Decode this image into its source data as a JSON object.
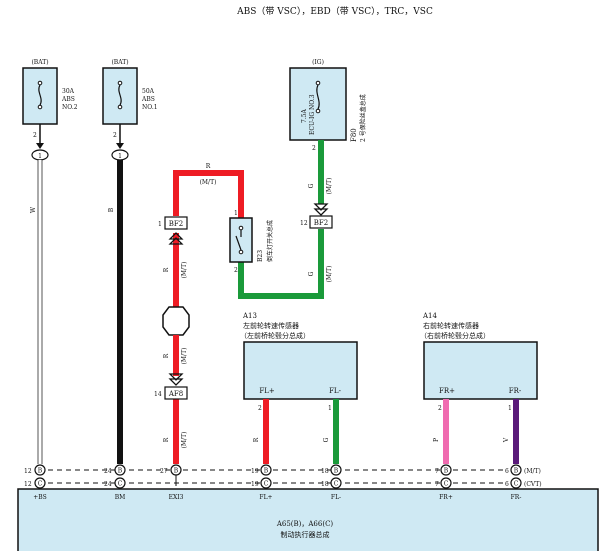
{
  "header": {
    "title": "ABS（带 VSC），EBD（带 VSC），TRC，VSC"
  },
  "colors": {
    "box_fill": "#cfe9f3",
    "red": "#ee1c24",
    "green": "#1a9a3a",
    "black": "#111111",
    "pink": "#f06bb0",
    "violet": "#5a1a7a",
    "white_wire": "#ffffff",
    "outline": "#111111"
  },
  "fuses": {
    "bat1": {
      "source": "(BAT)",
      "rating": "30A",
      "name": "ABS",
      "name2": "NO.2",
      "pin": "2",
      "conn": "1"
    },
    "bat2": {
      "source": "(BAT)",
      "rating": "50A",
      "name": "ABS",
      "name2": "NO.1",
      "pin": "2",
      "conn": "1"
    },
    "ig": {
      "source": "(IG)",
      "rating": "7.5A",
      "name": "ECU-IG NO.3",
      "pin": "2",
      "panel_code": "F80",
      "panel_name": "2 号保险丝盒总成"
    }
  },
  "wires": {
    "w_bs": "W",
    "b_bm": "B",
    "r_top": "R",
    "r_top_mt": "(M/T)",
    "g_top": "G",
    "g_top_mt": "(M/T)",
    "r_mid": "R",
    "r_mid_mt": "(M/T)",
    "r_mid2": "R",
    "r_mid2_mt": "(M/T)",
    "r_bot": "R",
    "r_bot_mt": "(M/T)",
    "g_bot": "G",
    "g_bot_mt": "(M/T)",
    "fl_plus": "R",
    "fl_minus": "G",
    "fr_plus": "P",
    "fr_minus": "V"
  },
  "connectors": {
    "bf2_left": {
      "pin": "1",
      "name": "BF2"
    },
    "bf2_right": {
      "pin": "12",
      "name": "BF2"
    },
    "af8": {
      "pin": "14",
      "name": "AF8"
    }
  },
  "switch": {
    "code": "B23",
    "name": "倒车灯开关总成",
    "pin_top": "1",
    "pin_bottom": "2"
  },
  "sensors": {
    "left": {
      "code": "A13",
      "name": "左前轮转速传感器",
      "sub": "（左前桥轮毂分总成）",
      "pin_plus": "FL+",
      "pin_minus": "FL-",
      "num_plus": "2",
      "num_minus": "1"
    },
    "right": {
      "code": "A14",
      "name": "右前轮转速传感器",
      "sub": "（右前桥轮毂分总成）",
      "pin_plus": "FR+",
      "pin_minus": "FR-",
      "num_plus": "2",
      "num_minus": "1"
    }
  },
  "actuator": {
    "code": "A65(B)，A66(C)",
    "name": "制动执行器总成",
    "terminals": [
      {
        "pin_b": "12",
        "pin_c": "12",
        "label": "+BS"
      },
      {
        "pin_b": "24",
        "pin_c": "24",
        "label": "BM"
      },
      {
        "pin_b": "27",
        "pin_c": "",
        "label": "EXI3"
      },
      {
        "pin_b": "19",
        "pin_c": "19",
        "label": "FL+"
      },
      {
        "pin_b": "18",
        "pin_c": "18",
        "label": "FL-"
      },
      {
        "pin_b": "7",
        "pin_c": "7",
        "label": "FR+"
      },
      {
        "pin_b": "6",
        "pin_c": "6",
        "label": "FR-"
      }
    ],
    "conn_b": "B",
    "conn_c": "C",
    "variant_b": "(M/T)",
    "variant_c": "(CVT)"
  }
}
